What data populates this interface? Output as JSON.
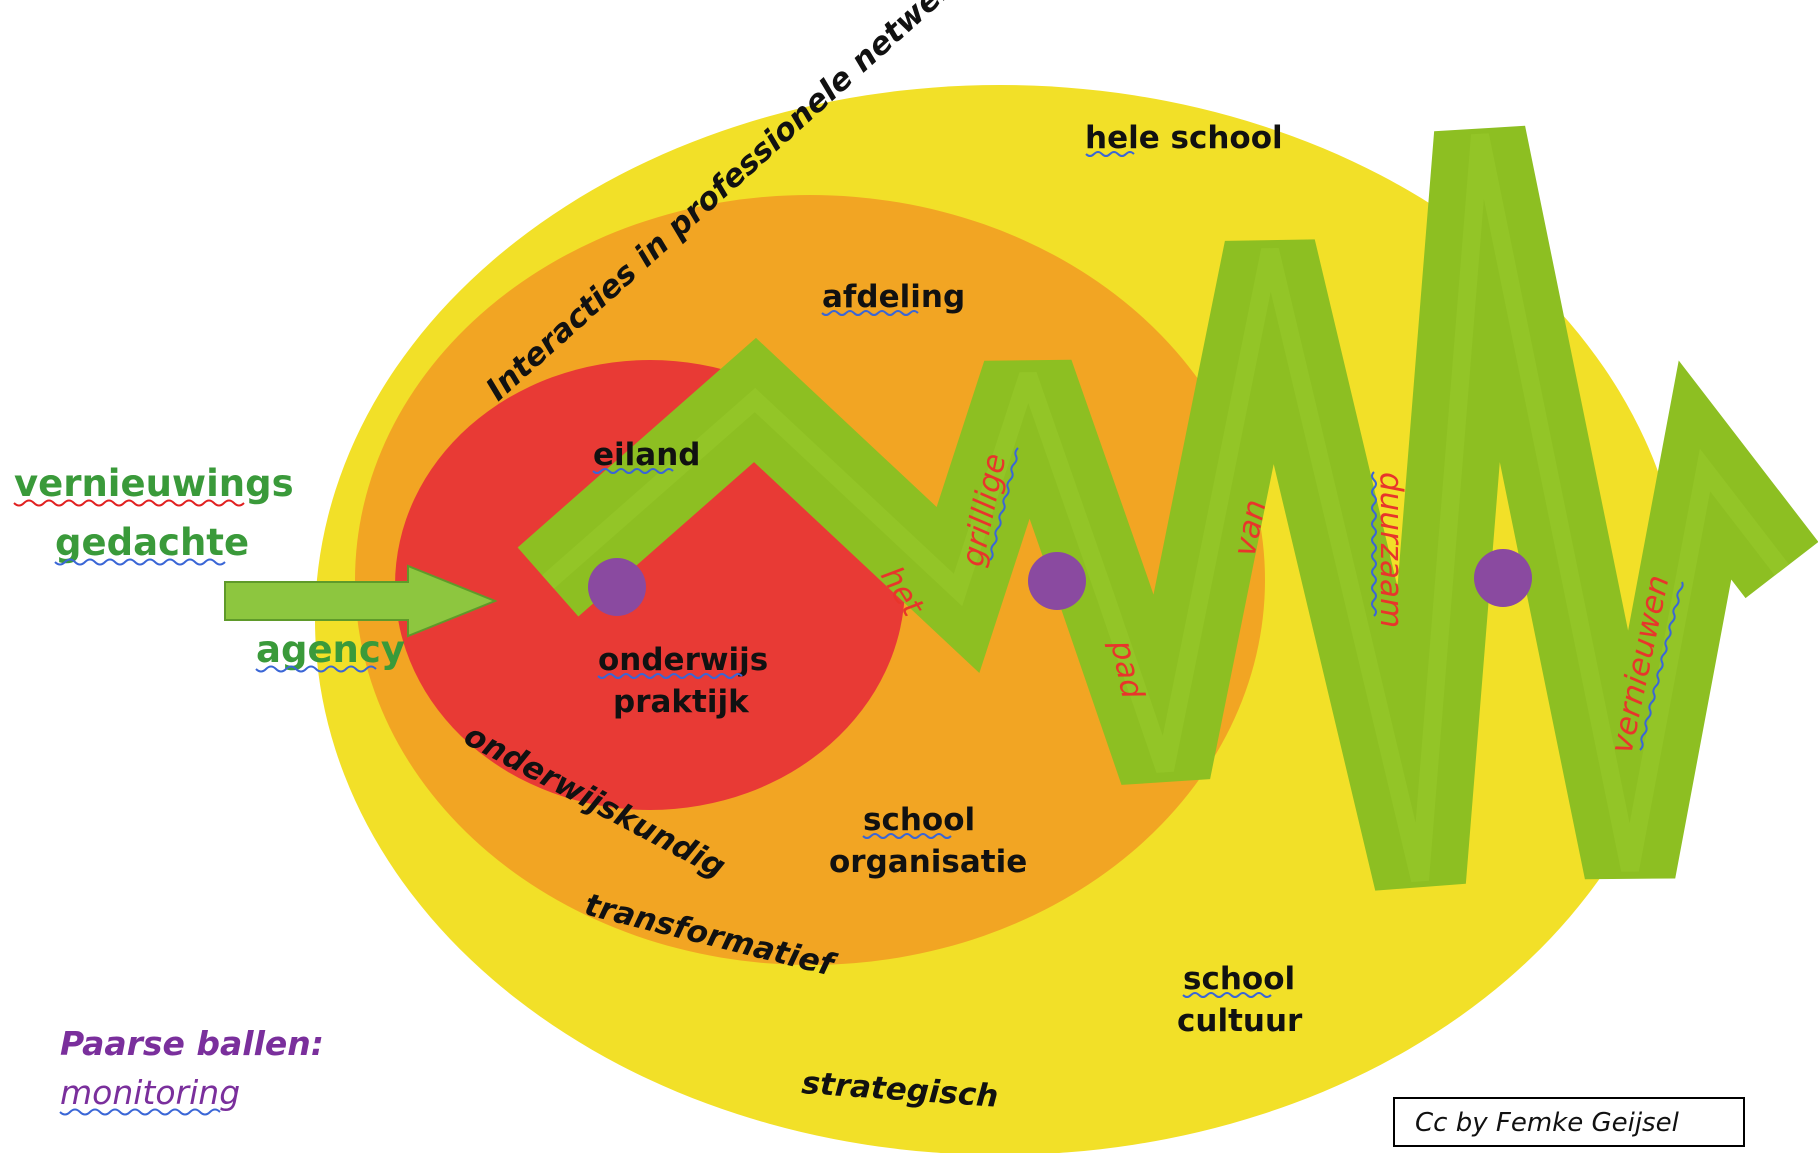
{
  "circles": {
    "outer": "hele school",
    "middle": "afdeling",
    "inner": "eiland"
  },
  "labels": {
    "interactions": "Interacties  in professionele netwerken",
    "practice_line1": "onderwijs",
    "practice_line2": "praktijk",
    "onderwijskundig": "onderwijskundig",
    "organisation_line1": "school",
    "organisation_line2": "organisatie",
    "transformatief": "transformatief",
    "culture_line1": "school",
    "culture_line2": "cultuur",
    "strategisch": "strategisch"
  },
  "path_words": [
    "het",
    "grilllige",
    "pad",
    "van",
    "duurzaam",
    "vernieuwen"
  ],
  "side": {
    "idea_line1": "vernieuwings",
    "idea_line2": "gedachte",
    "agency": "agency",
    "balls_title": "Paarse ballen:",
    "balls_meaning": "monitoring"
  },
  "credit": "Cc by Femke Geijsel",
  "colors": {
    "outer_circle": "#f2e028",
    "middle_circle": "#f2a523",
    "inner_circle": "#e83a35",
    "zigzag": "#8dbf22",
    "arrow": "#8dc63f",
    "balls": "#8a4aa0",
    "path_words": "#e8352b"
  }
}
